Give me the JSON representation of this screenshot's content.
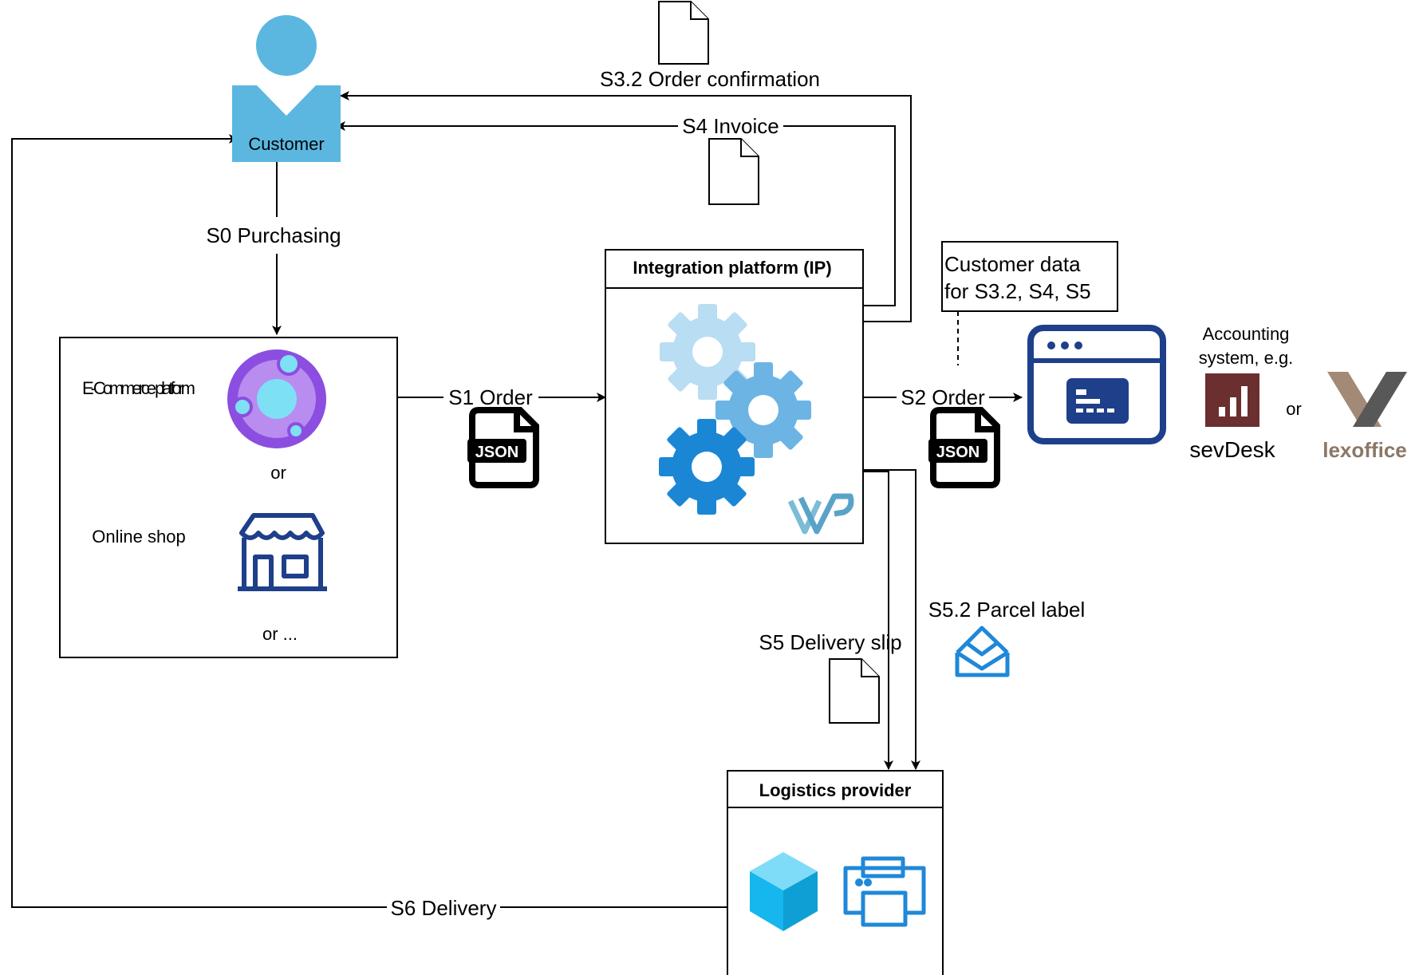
{
  "nodes": {
    "customer": {
      "label": "Customer"
    },
    "ecommerce": {
      "platform_label": "E-Commerce platform",
      "or_1": "or",
      "shop_label": "Online shop",
      "or_more": "or ..."
    },
    "integration_platform": {
      "title": "Integration platform (IP)"
    },
    "customer_data_note": {
      "line1": "Customer data",
      "line2": "for S3.2, S4, S5"
    },
    "accounting": {
      "caption_line1": "Accounting",
      "caption_line2": "system, e.g.",
      "or": "or",
      "sevdesk": "sevDesk",
      "lexoffice": "lexoffice"
    },
    "logistics": {
      "title": "Logistics provider"
    }
  },
  "edges": {
    "s0": "S0 Purchasing",
    "s1": "S1 Order",
    "s2": "S2 Order",
    "s3_2": "S3.2 Order confirmation",
    "s4": "S4 Invoice",
    "s5": "S5 Delivery slip",
    "s5_2": "S5.2 Parcel label",
    "s6": "S6 Delivery"
  },
  "badges": {
    "json": "JSON"
  },
  "colors": {
    "customer": "#5bb7e0",
    "ecommerce_purple": "#8c4ee0",
    "shop_navy": "#1e3f8a",
    "gear_light": "#b9ddf3",
    "gear_mid": "#6cb4e4",
    "gear_dark": "#1b87d4",
    "accounting_navy": "#1e3f8a",
    "sevdesk": "#6b2f2f",
    "lexoffice_tan": "#a38a76",
    "lexoffice_gray": "#585858",
    "box_cyan": "#16b6ee",
    "printer_blue": "#1f88d9",
    "mail_blue": "#1f88d9"
  }
}
